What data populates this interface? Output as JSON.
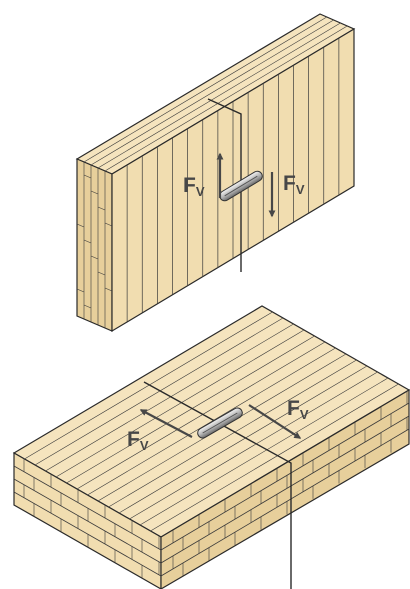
{
  "figure": {
    "colors": {
      "wood_face": "#f1ddb0",
      "wood_side": "#e7cf9b",
      "wood_top": "#f5e4be",
      "line": "#2a2a2a",
      "grain": "#3a3a3a",
      "force": "#474747",
      "connector_light": "#d8d8d8",
      "connector_dark": "#6a6a6a"
    },
    "wall": {
      "force_left": {
        "symbol": "F",
        "subscript": "V",
        "direction": "up"
      },
      "force_right": {
        "symbol": "F",
        "subscript": "V",
        "direction": "down"
      },
      "connector": "screw-connector-icon"
    },
    "floor": {
      "force_left": {
        "symbol": "F",
        "subscript": "V",
        "direction": "up-left"
      },
      "force_right": {
        "symbol": "F",
        "subscript": "V",
        "direction": "down-right"
      },
      "connector": "screw-connector-icon"
    }
  }
}
